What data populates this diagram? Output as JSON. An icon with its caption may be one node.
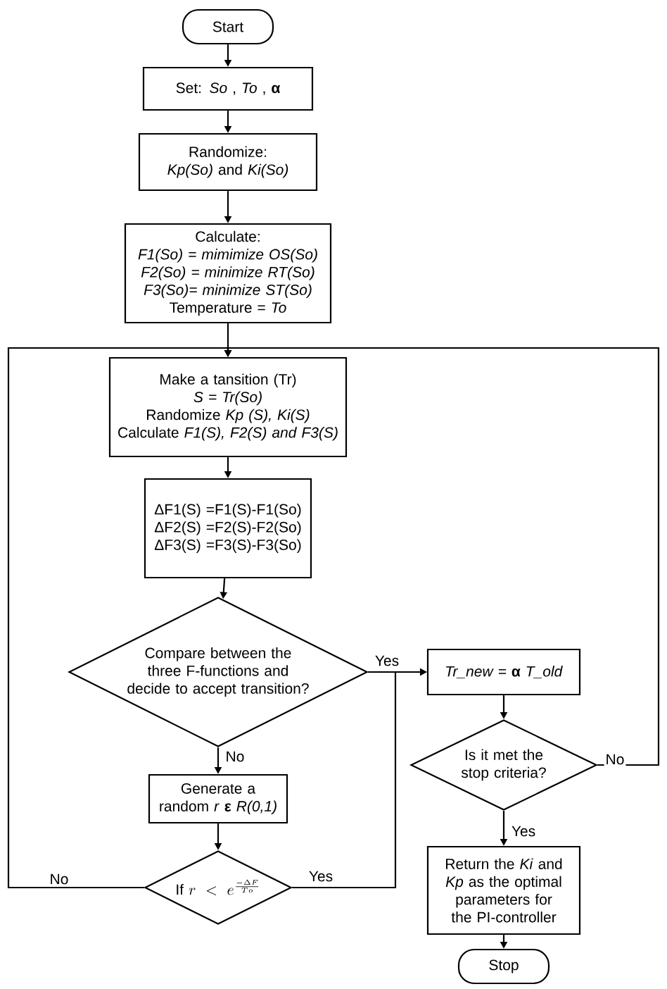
{
  "diagram": {
    "nodes": [
      {
        "text": [
          "Start"
        ]
      },
      {
        "text": [
          "Set: *So* , *To* , **α**"
        ]
      },
      {
        "text": [
          "Randomize: *Kp(So)* and *Ki(So)*"
        ]
      },
      {
        "text": [
          "Calculate:",
          "*F1(So) = mimimize OS(So)*",
          "*F2(So) = minimize RT(So)*",
          "*F3(So)= minimize ST(So)*",
          "Temperature = *To*"
        ]
      },
      {
        "text": [
          "Make a tansition (Tr)",
          "*S = Tr(So)*",
          "Randomize *Kp (S), Ki(S)*",
          "Calculate *F1(S), F2(S) and F3(S)*"
        ]
      },
      {
        "text": [
          "ΔF1(S) =F1(S)-F1(So)",
          "ΔF2(S) =F2(S)-F2(So)",
          "ΔF3(S) =F3(S)-F3(So)"
        ]
      },
      {
        "text": [
          "Compare between the three F-functions and decide to accept transition?"
        ]
      },
      {
        "text": [
          "Generate a random *r* **ε** *R(0,1)*"
        ]
      },
      {
        "text": [
          "\\mathrm{If}\\ r\\ <\\ e^{\\frac{-\\Delta F}{To}}"
        ]
      },
      {
        "text": [
          "*Tr_new =* **α** *T_old*"
        ]
      },
      {
        "text": [
          "Is it met the stop criteria?"
        ]
      },
      {
        "text": [
          "Return the *Ki* and *Kp* as the optimal parameters for the PI-controller"
        ]
      },
      {
        "text": [
          "Stop"
        ]
      }
    ],
    "edges": [
      {
        "from": 0,
        "to": 1,
        "arrow": "to"
      },
      {
        "from": 1,
        "to": 2,
        "arrow": "to"
      },
      {
        "from": 2,
        "to": 3,
        "arrow": "to"
      },
      {
        "from": 3,
        "to": 4,
        "arrow": "to"
      },
      {
        "from": 4,
        "to": 5,
        "arrow": "to"
      },
      {
        "from": 5,
        "to": 6,
        "arrow": "to"
      },
      {
        "from": 6,
        "to": 7,
        "arrow": "to",
        "label": "No"
      },
      {
        "from": 7,
        "to": 8,
        "arrow": "to"
      },
      {
        "from": 8,
        "to": 4,
        "arrow": "to",
        "label": "No"
      },
      {
        "from": 8,
        "to": 9,
        "arrow": "to",
        "label": "Yes"
      },
      {
        "from": 6,
        "to": 9,
        "arrow": "to",
        "label": "Yes"
      },
      {
        "from": 9,
        "to": 10,
        "arrow": "to"
      },
      {
        "from": 10,
        "to": 4,
        "arrow": "to",
        "label": "No"
      },
      {
        "from": 10,
        "to": 11,
        "arrow": "to",
        "label": "Yes"
      },
      {
        "from": 11,
        "to": 12,
        "arrow": "to"
      }
    ]
  }
}
